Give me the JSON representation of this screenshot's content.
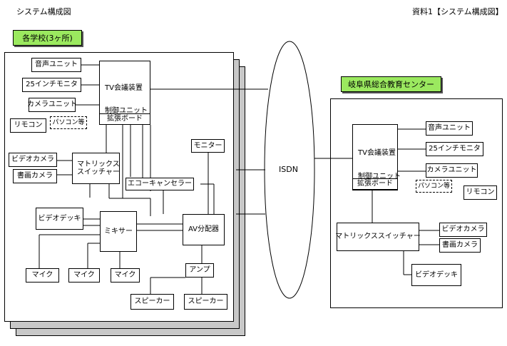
{
  "page": {
    "title": "システム構成図",
    "doc_label": "資料1【システム構成図】"
  },
  "left_site": {
    "label": "各学校(3ヶ所)",
    "audio_unit": "音声ユニット",
    "monitor25": "25インチモニタ",
    "camera_unit": "カメラユニット",
    "remote": "リモコン",
    "pc": "パソコン等",
    "tv_conf": "TV会議装置",
    "ctrl_unit": "制御ユニット",
    "ext_board": "拡張ボード",
    "video_camera": "ビデオカメラ",
    "doc_camera": "書画カメラ",
    "matrix_line1": "マトリックス",
    "matrix_line2": "スイッチャー",
    "monitor": "モニター",
    "echo_canceller": "エコーキャンセラー",
    "video_deck": "ビデオデッキ",
    "mixer": "ミキサー",
    "av_splitter": "AV分配器",
    "amp": "アンプ",
    "mic1": "マイク",
    "mic2": "マイク",
    "mic3": "マイク",
    "speaker1": "スピーカー",
    "speaker2": "スピーカー"
  },
  "network": {
    "label": "ISDN"
  },
  "right_site": {
    "label": "岐阜県総合教育センター",
    "tv_conf": "TV会議装置",
    "ctrl_unit": "制御ユニット",
    "ext_board": "拡張ボード",
    "audio_unit": "音声ユニット",
    "monitor25": "25インチモニタ",
    "camera_unit": "カメラユニット",
    "pc": "パソコン等",
    "remote": "リモコン",
    "matrix": "マトリックススイッチャー",
    "video_camera": "ビデオカメラ",
    "doc_camera": "書画カメラ",
    "video_deck": "ビデオデッキ"
  }
}
